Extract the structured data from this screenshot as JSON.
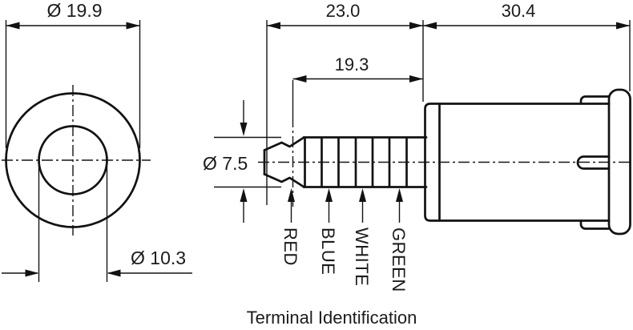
{
  "drawing": {
    "caption": "Terminal Identification",
    "front_view": {
      "outer_diameter": "Ø 19.9",
      "inner_diameter": "Ø 10.3"
    },
    "side_view": {
      "overall_front_length": "23.0",
      "body_length": "30.4",
      "shaft_length": "19.3",
      "shaft_diameter": "Ø 7.5"
    },
    "terminals": [
      "RED",
      "BLUE",
      "WHITE",
      "GREEN"
    ],
    "colors": {
      "line": "#121212",
      "background": "#ffffff"
    }
  }
}
